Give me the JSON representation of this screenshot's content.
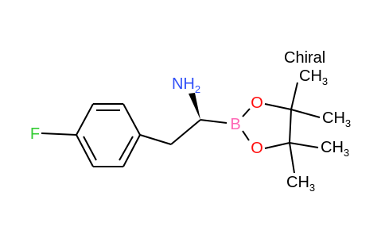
{
  "molecule": {
    "chirality_flag": "Chiral",
    "atoms": {
      "fluorine": "F",
      "amine": "NH",
      "amine_subscript": "2",
      "boron": "B",
      "oxygen_top": "O",
      "oxygen_bottom": "O",
      "methyl_1": "CH",
      "methyl_2": "CH",
      "methyl_3": "CH",
      "methyl_4": "CH",
      "methyl_subscript": "3"
    },
    "colors": {
      "bond": "#000000",
      "fluorine": "#33cc33",
      "nitrogen": "#3050f8",
      "boron": "#ff66b5",
      "oxygen": "#ff0d0d",
      "carbon_label": "#000000"
    }
  }
}
